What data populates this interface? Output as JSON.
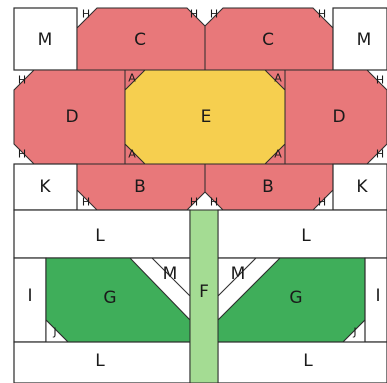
{
  "colors": {
    "petal": "#e8787a",
    "center": "#f6cf4f",
    "leaf": "#3fae5a",
    "stem": "#a4dc93",
    "background": "#ffffff",
    "line": "#2a2a2a"
  },
  "labels": {
    "M": "M",
    "C": "C",
    "D": "D",
    "E": "E",
    "K": "K",
    "B": "B",
    "L": "L",
    "F": "F",
    "G": "G",
    "I": "I",
    "J": "J",
    "H": "H",
    "A": "A"
  }
}
